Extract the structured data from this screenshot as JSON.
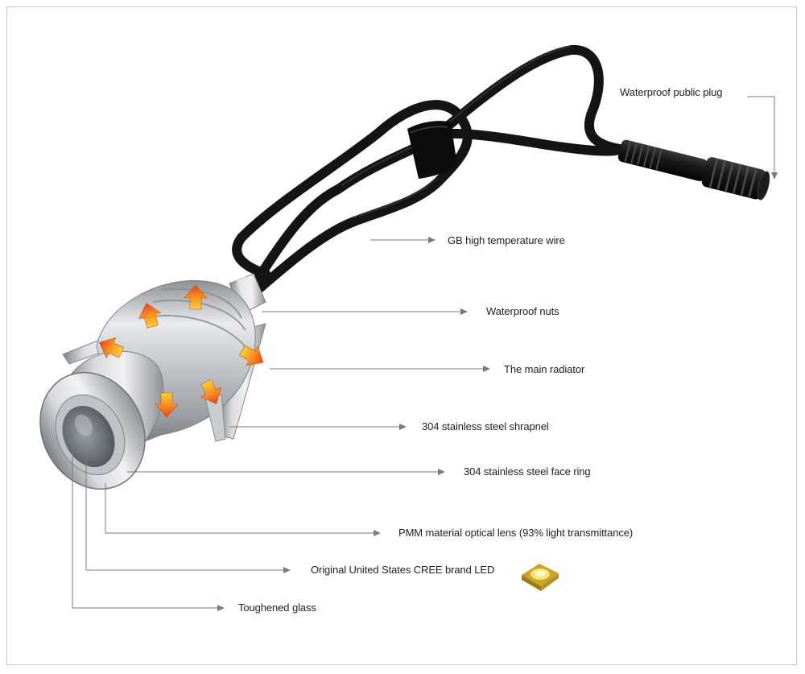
{
  "labels": {
    "waterproof_plug": "Waterproof public plug",
    "wire": "GB high temperature wire",
    "nuts": "Waterproof nuts",
    "radiator": "The main radiator",
    "shrapnel": "304 stainless steel shrapnel",
    "face_ring": "304 stainless steel face ring",
    "lens": "PMM material optical lens (93% light transmittance)",
    "led": "Original United States CREE brand LED",
    "glass": "Toughened glass"
  },
  "colors": {
    "cable": "#141414",
    "steel": "#b9bcc0",
    "leader": "#7a7a7a",
    "heat_arrow_dark": "#e8401c",
    "heat_arrow_light": "#f7d23a",
    "led_chip": "#e8c94a"
  },
  "icons": [
    "heat-arrow-icon",
    "led-chip-icon",
    "connector-plug-icon"
  ]
}
